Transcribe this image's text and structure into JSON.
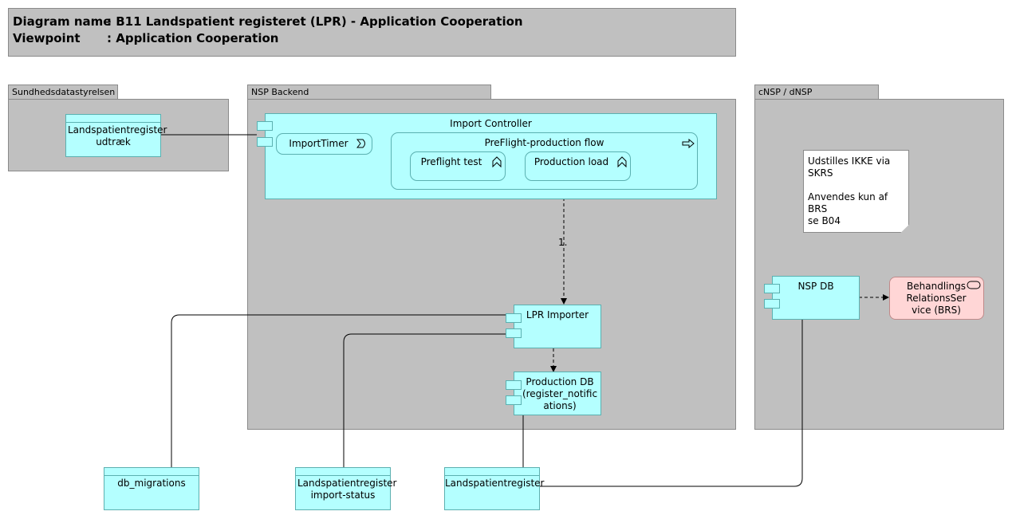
{
  "header": {
    "diagram_label": "Diagram name",
    "diagram_value": ": B11 Landspatient registeret (LPR) - Application Cooperation",
    "viewpoint_label": "Viewpoint",
    "viewpoint_value": ": Application Cooperation"
  },
  "groups": {
    "sundhed": "Sundhedsdatastyrelsen",
    "nsp": "NSP Backend",
    "cnsp": "cNSP / dNSP"
  },
  "components": {
    "udtraek": "Landspatientregister udtræk",
    "import_controller": "Import Controller",
    "import_timer": "ImportTimer",
    "preflight_flow": "PreFlight-production flow",
    "preflight_test": "Preflight test",
    "production_load": "Production load",
    "lpr_importer": "LPR Importer",
    "production_db": "Production DB (register_notifications)",
    "nsp_db": "NSP DB",
    "brs": "BehandlingsRelationsService (BRS)",
    "db_migrations": "db_migrations",
    "import_status": "Landspatientregister import-status",
    "landspatientregister": "Landspatientregister"
  },
  "note": {
    "line1": "Udstilles IKKE via SKRS",
    "line2": "Anvendes kun af BRS",
    "line3": "se B04"
  },
  "flow_label": "1."
}
